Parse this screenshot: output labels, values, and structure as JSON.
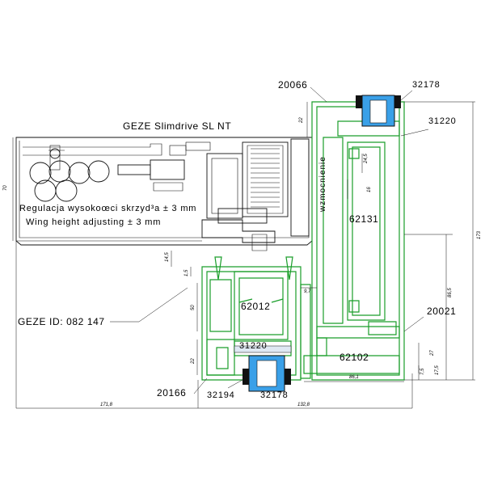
{
  "labels": {
    "product": "GEZE Slimdrive SL NT",
    "adjust_pl": "Regulacja wysokoœci skrzyd³a ± 3 mm",
    "adjust_en": "Wing height adjusting ± 3 mm",
    "geze_id": "GEZE ID: 082 147",
    "wzmocnienie": "wzmocnienie"
  },
  "profiles": {
    "p20066": "20066",
    "p32178_top": "32178",
    "p31220_top": "31220",
    "p62131": "62131",
    "p62012": "62012",
    "p20021": "20021",
    "p31220_bottom": "31220",
    "p62102": "62102",
    "p20166": "20166",
    "p32194": "32194",
    "p32178_bottom": "32178"
  },
  "dimensions": {
    "d_left_height": "70",
    "d_22_top": "22",
    "d_24_5": "24,5",
    "d_16": "16",
    "d_14_5": "14,5",
    "d_1_5": "1,5",
    "d_9_7": "9,7",
    "d_50": "50",
    "d_22_bottom": "22",
    "d_86_5": "86,5",
    "d_173": "173",
    "d_86_1": "86,1",
    "d_27": "27",
    "d_17_5": "17,5",
    "d_7_5": "7,5",
    "d_171_8": "171,8",
    "d_132_8": "132,8"
  },
  "colors": {
    "profile": "#1a9e2a",
    "glass": "#3aa0e8",
    "outline": "#111111"
  }
}
